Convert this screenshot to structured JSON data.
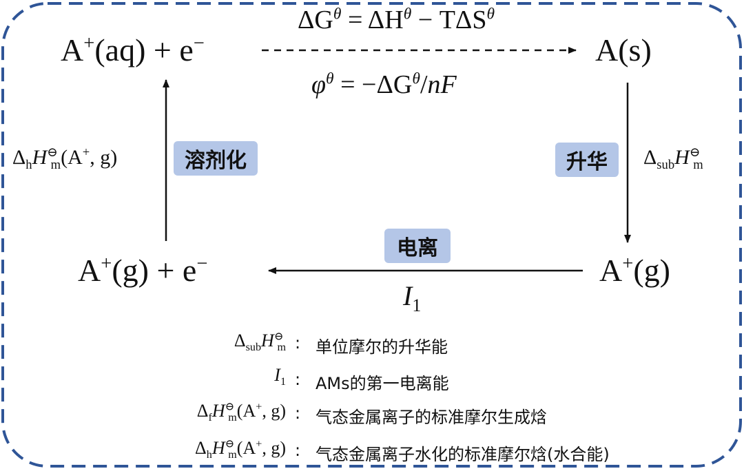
{
  "nodes": {
    "top_left": "A⁺(aq) + e⁻",
    "top_right": "A(s)",
    "bottom_left": "A⁺(g) + e⁻",
    "bottom_right": "A⁺(g)"
  },
  "formulas": {
    "gibbs": "ΔGθ = ΔHθ − TΔSθ",
    "potential": "φθ = −ΔGθ/nF"
  },
  "edges": {
    "left_symbol": "ΔhH⊖m(A⁺, g)",
    "left_label": "溶剂化",
    "right_symbol": "ΔsubH⊖m",
    "right_label": "升华",
    "bottom_symbol": "I1",
    "bottom_label": "电离"
  },
  "legend": [
    {
      "symbol": "ΔsubH⊖m",
      "desc": "单位摩尔的升华能"
    },
    {
      "symbol": "I1",
      "desc": "AMs的第一电离能"
    },
    {
      "symbol": "ΔfH⊖m(A⁺, g)",
      "desc": "气态金属离子的标准摩尔生成焓"
    },
    {
      "symbol": "ΔhH⊖m(A⁺, g)",
      "desc": "气态金属离子水化的标准摩尔焓(水合能)"
    }
  ],
  "colors": {
    "frame": "#2f5597",
    "badge": "#b4c6e7"
  }
}
